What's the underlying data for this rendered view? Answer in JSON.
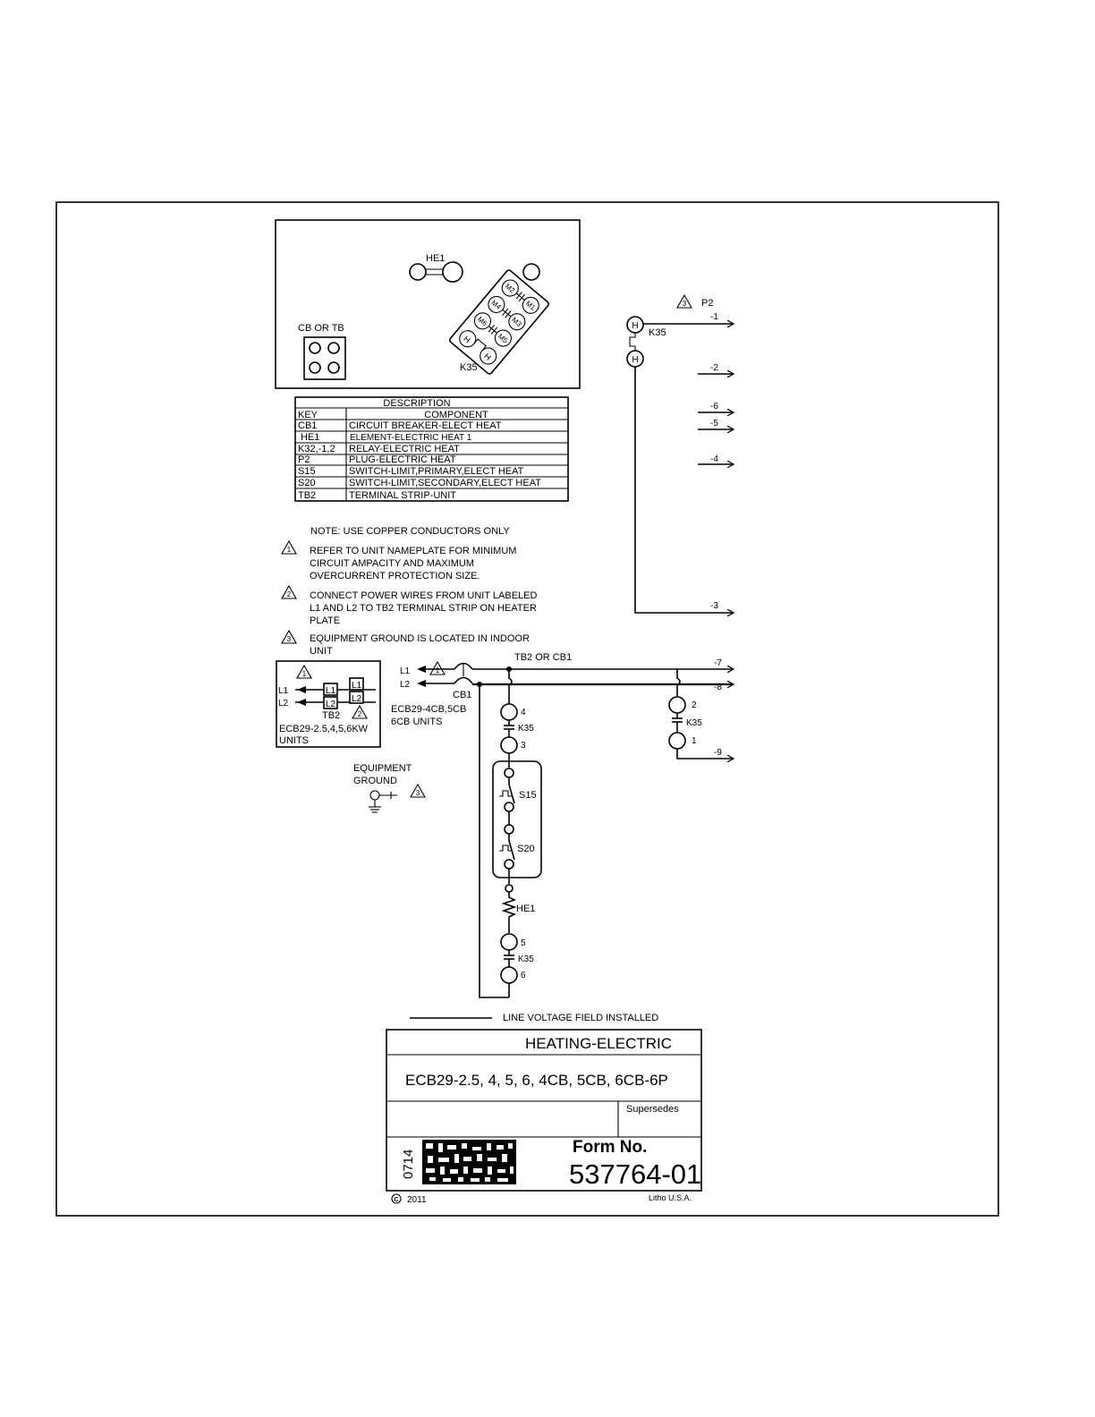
{
  "component_layout": {
    "he1_label": "HE1",
    "cb_or_tb_label": "CB OR TB",
    "k35_label": "K35",
    "relay_terminals": [
      "M2",
      "M1",
      "M4",
      "M3",
      "M6",
      "M5",
      "H",
      "H"
    ]
  },
  "description_table": {
    "title": "DESCRIPTION",
    "headers": [
      "KEY",
      "COMPONENT"
    ],
    "rows": [
      {
        "key": "CB1",
        "component": "CIRCUIT BREAKER-ELECT HEAT"
      },
      {
        "key": "HE1",
        "component": "ELEMENT-ELECTRIC HEAT 1"
      },
      {
        "key": "K32,-1,2",
        "component": "RELAY-ELECTRIC HEAT"
      },
      {
        "key": "P2",
        "component": "PLUG-ELECTRIC HEAT"
      },
      {
        "key": "S15",
        "component": "SWITCH-LIMIT,PRIMARY,ELECT HEAT"
      },
      {
        "key": "S20",
        "component": "SWITCH-LIMIT,SECONDARY,ELECT HEAT"
      },
      {
        "key": "TB2",
        "component": "TERMINAL STRIP-UNIT"
      }
    ]
  },
  "notes": {
    "header": "NOTE: USE COPPER CONDUCTORS ONLY",
    "items": [
      {
        "num": "1",
        "lines": [
          "REFER TO UNIT NAMEPLATE FOR MINIMUM",
          "CIRCUIT AMPACITY AND MAXIMUM",
          "OVERCURRENT PROTECTION SIZE."
        ]
      },
      {
        "num": "2",
        "lines": [
          "CONNECT POWER WIRES FROM UNIT LABELED",
          "L1 AND L2 TO TB2 TERMINAL STRIP ON HEATER",
          "PLATE"
        ]
      },
      {
        "num": "3",
        "lines": [
          "EQUIPMENT GROUND IS LOCATED IN INDOOR",
          "UNIT"
        ]
      }
    ]
  },
  "tb2_inset": {
    "note_num": "1",
    "l1": "L1",
    "l2": "L2",
    "tb2": "TB2",
    "tb2_note_num": "2",
    "caption_lines": [
      "ECB29-2.5,4,5,6KW",
      "UNITS"
    ]
  },
  "schematic": {
    "p2_note_num": "3",
    "p2_label": "P2",
    "k35_label": "K35",
    "heater_pin": "H",
    "arrows": [
      "-1",
      "-2",
      "-6",
      "-5",
      "-4",
      "-3",
      "-7",
      "-8",
      "-9"
    ],
    "tb2_or_cb1": "TB2 OR CB1",
    "line_note_num": "1",
    "l1": "L1",
    "l2": "L2",
    "cb1": "CB1",
    "cb_caption_lines": [
      "ECB29-4CB,5CB",
      "6CB UNITS"
    ],
    "terminals": [
      "4",
      "3",
      "5",
      "6",
      "2",
      "1"
    ],
    "s15": "S15",
    "s20": "S20",
    "he1": "HE1",
    "ground_lines": [
      "EQUIPMENT",
      "GROUND"
    ],
    "ground_note_num": "3"
  },
  "legend": {
    "line_voltage": "LINE VOLTAGE FIELD INSTALLED"
  },
  "title_block": {
    "title": "HEATING-ELECTRIC",
    "models": "ECB29-2.5, 4, 5, 6, 4CB, 5CB, 6CB-6P",
    "supersedes": "Supersedes",
    "date_code": "0714",
    "form_label": "Form No.",
    "form_number": "537764-01",
    "copyright_year": "2011",
    "litho": "Litho U.S.A."
  }
}
